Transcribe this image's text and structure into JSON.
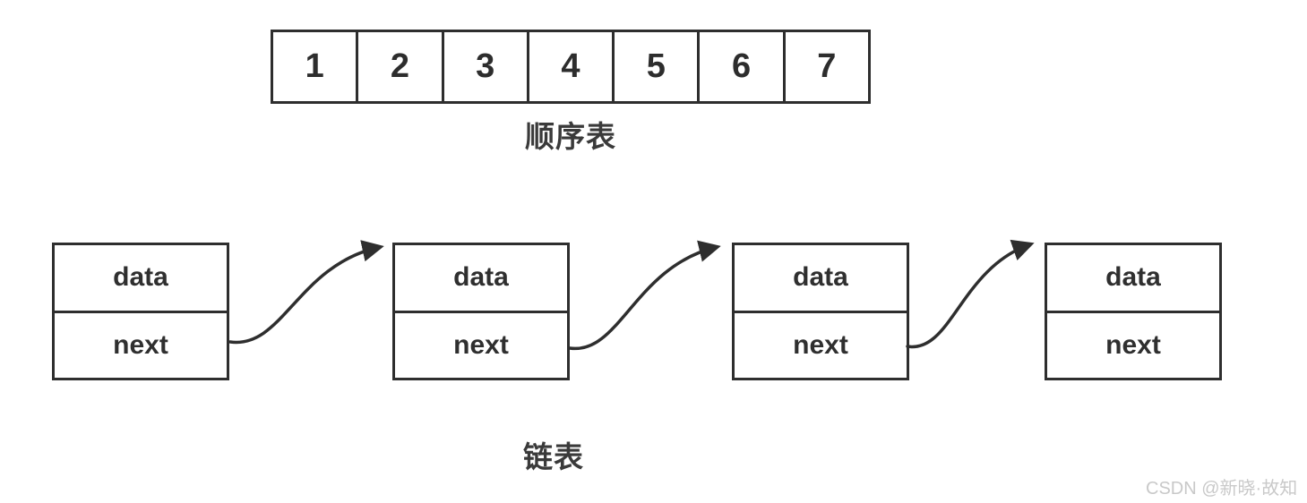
{
  "colors": {
    "stroke": "#2e2e2e",
    "label_text": "#3a3a3a",
    "watermark_text": "#c9c9c9",
    "background": "#ffffff"
  },
  "sequential_list": {
    "label": "顺序表",
    "cells": [
      "1",
      "2",
      "3",
      "4",
      "5",
      "6",
      "7"
    ]
  },
  "linked_list": {
    "label": "链表",
    "nodes": [
      {
        "data_label": "data",
        "next_label": "next"
      },
      {
        "data_label": "data",
        "next_label": "next"
      },
      {
        "data_label": "data",
        "next_label": "next"
      },
      {
        "data_label": "data",
        "next_label": "next"
      }
    ]
  },
  "watermark": {
    "text": "CSDN @新晓·故知"
  }
}
